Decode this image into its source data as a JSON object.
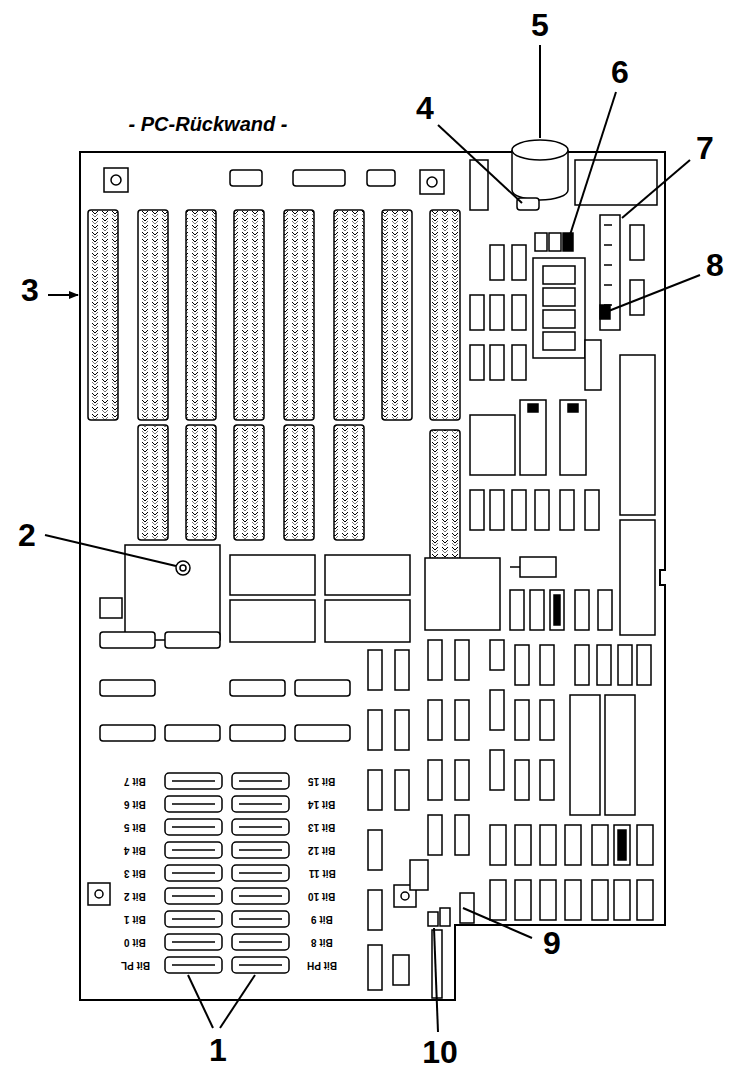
{
  "diagram": {
    "labels": [
      "- PC-Rückwand -",
      "1",
      "2",
      "3",
      "4",
      "5",
      "6",
      "7",
      "8",
      "9",
      "10",
      "Bit 7",
      "Bit 6",
      "Bit 5",
      "Bit 4",
      "Bit 3",
      "Bit 2",
      "Bit 1",
      "Bit 0",
      "Bit PL",
      "Bit 15",
      "Bit 14",
      "Bit 13",
      "Bit 12",
      "Bit 11",
      "Bit 10",
      "Bit 9",
      "Bit 8",
      "Bit PH"
    ]
  }
}
